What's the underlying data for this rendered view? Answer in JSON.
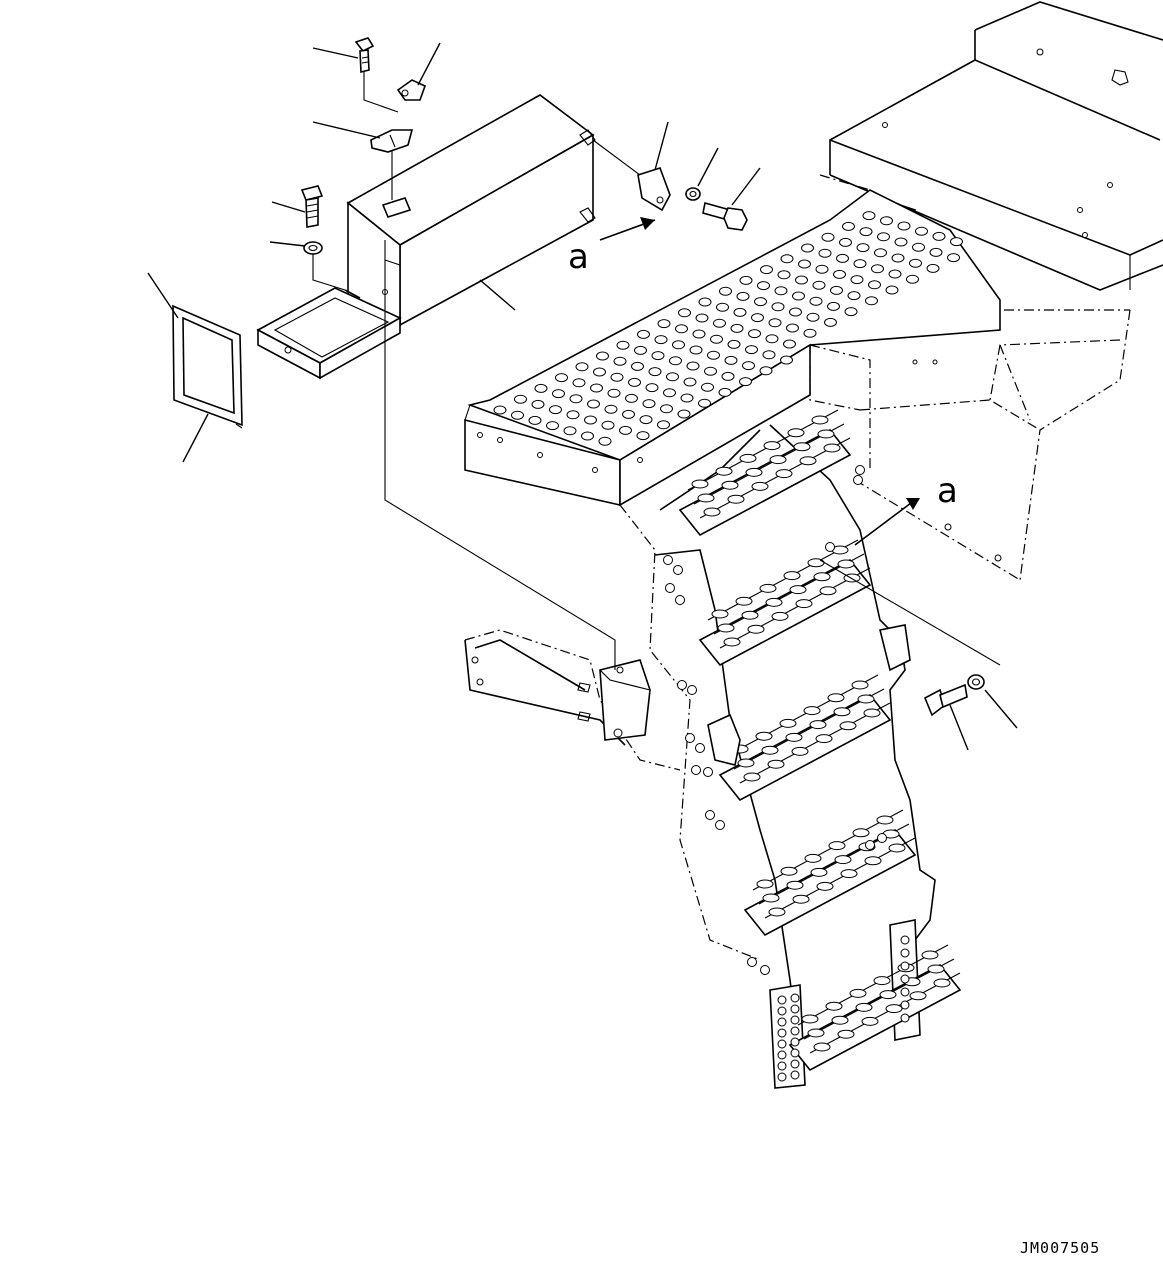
{
  "diagram": {
    "view_label_upper": "a",
    "view_label_lower": "a",
    "drawing_code": "JM007505"
  },
  "colors": {
    "line": "#000000",
    "background": "#ffffff"
  }
}
